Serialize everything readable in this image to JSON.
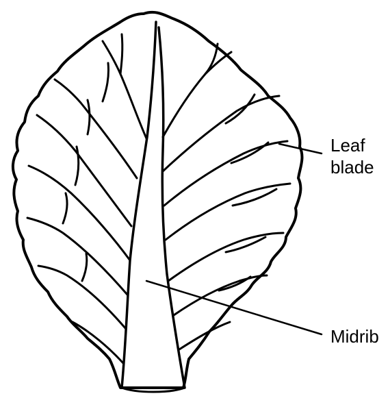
{
  "labels": {
    "leaf_blade_line1": "Leaf",
    "leaf_blade_line2": "blade",
    "midrib": "Midrib"
  }
}
